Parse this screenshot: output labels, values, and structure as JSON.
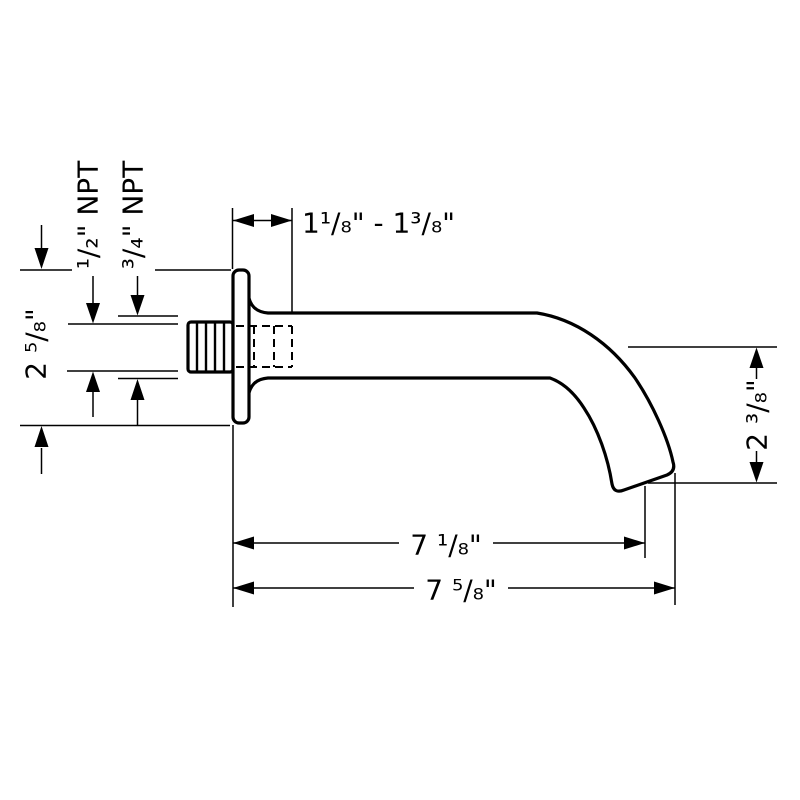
{
  "drawing": {
    "type": "technical-dimension-drawing",
    "subject": "wall-mounted tub spout, side elevation",
    "background_color": "#ffffff",
    "line_color": "#000000",
    "labels": {
      "wall_range": "1¹/₈\" - 1³/₈\"",
      "half_npt": "¹/₂\" NPT",
      "three_quarter_npt": "³/₄\" NPT",
      "escutcheon_diameter": "2 ⁵/₈\"",
      "spout_drop": "2 ³/₈\"",
      "reach_to_outlet": "7 ¹/₈\"",
      "overall_reach": "7 ⁵/₈\""
    }
  }
}
